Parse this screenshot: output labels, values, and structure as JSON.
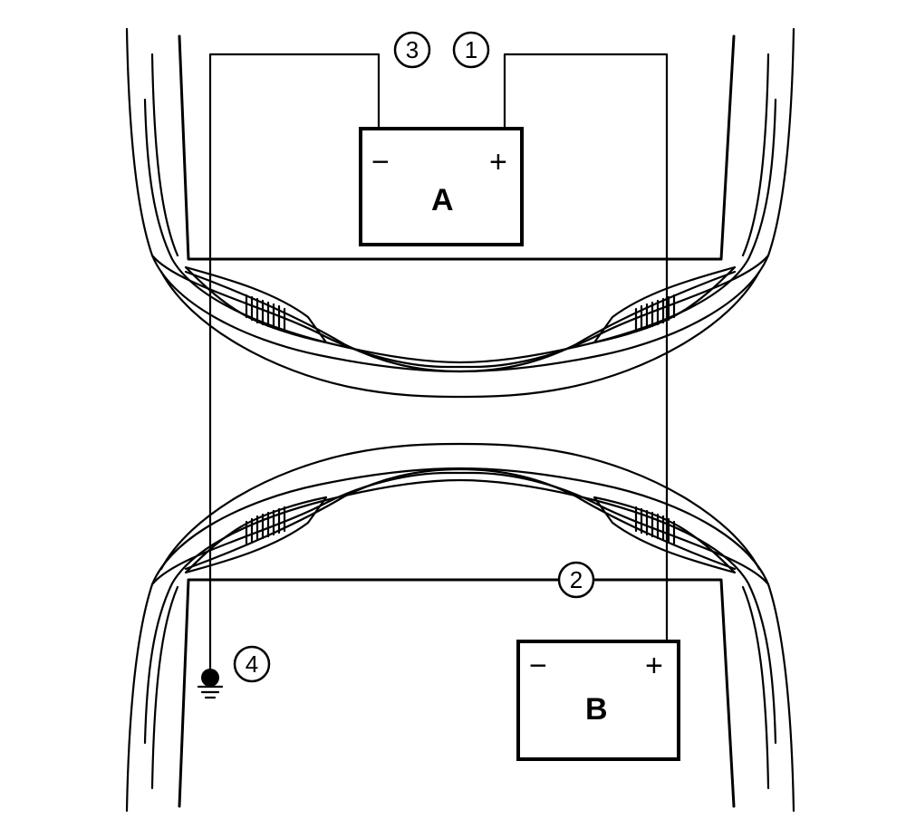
{
  "battery_a": {
    "label": "A",
    "neg_sign": "−",
    "pos_sign": "+"
  },
  "battery_b": {
    "label": "B",
    "neg_sign": "−",
    "pos_sign": "+"
  },
  "callouts": {
    "c1": "1",
    "c2": "2",
    "c3": "3",
    "c4": "4"
  },
  "colors": {
    "line": "#000000",
    "background": "#ffffff"
  },
  "icons": {
    "ground": "ground-symbol-icon"
  }
}
